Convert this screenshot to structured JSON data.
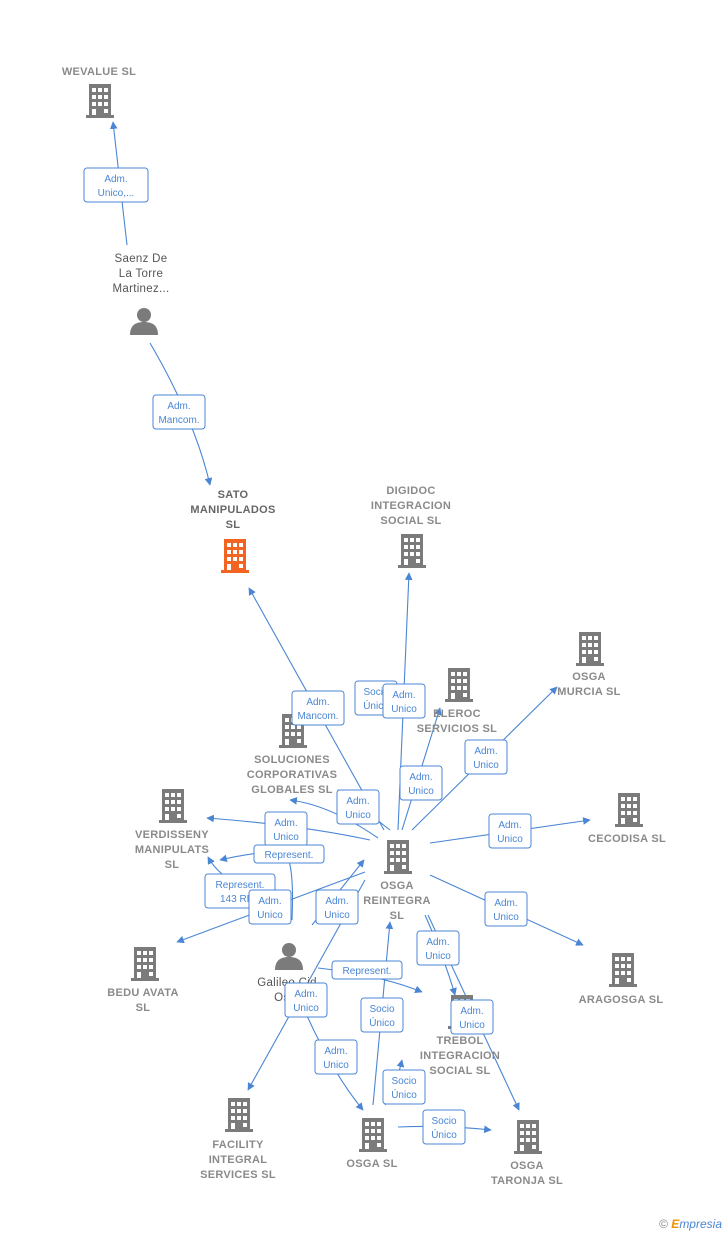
{
  "colors": {
    "edge": "#4a86d4",
    "building": "#7b7b7b",
    "focus_building": "#f26422",
    "person": "#7b7b7b"
  },
  "nodes": [
    {
      "id": "wevalue",
      "type": "company",
      "label": [
        "WEVALUE  SL"
      ]
    },
    {
      "id": "saenz",
      "type": "person",
      "label": [
        "Saenz De",
        "La Torre",
        "Martinez..."
      ]
    },
    {
      "id": "sato",
      "type": "company",
      "focus": true,
      "label": [
        "SATO",
        "MANIPULADOS",
        "SL"
      ]
    },
    {
      "id": "digidoc",
      "type": "company",
      "label": [
        "DIGIDOC",
        "INTEGRACION",
        "SOCIAL  SL"
      ]
    },
    {
      "id": "osga_murcia",
      "type": "company",
      "label": [
        "OSGA",
        "MURCIA  SL"
      ]
    },
    {
      "id": "eleroc",
      "type": "company",
      "label": [
        "ELEROC",
        "SERVICIOS  SL"
      ]
    },
    {
      "id": "soluciones",
      "type": "company",
      "label": [
        "SOLUCIONES",
        "CORPORATIVAS",
        "GLOBALES SL"
      ]
    },
    {
      "id": "verdisseny",
      "type": "company",
      "label": [
        "VERDISSENY",
        "MANIPULATS",
        "SL"
      ]
    },
    {
      "id": "cecodisa",
      "type": "company",
      "label": [
        "CECODISA SL"
      ]
    },
    {
      "id": "osga_reintegra",
      "type": "company",
      "label": [
        "OSGA",
        "REINTEGRA",
        "SL"
      ]
    },
    {
      "id": "bedu",
      "type": "company",
      "label": [
        "BEDU AVATA",
        "SL"
      ]
    },
    {
      "id": "galileo",
      "type": "person",
      "label": [
        "Galileo Cid",
        "Os..."
      ]
    },
    {
      "id": "aragosga",
      "type": "company",
      "label": [
        "ARAGOSGA  SL"
      ]
    },
    {
      "id": "trebol",
      "type": "company",
      "label": [
        "TREBOL",
        "INTEGRACION",
        "SOCIAL  SL"
      ]
    },
    {
      "id": "facility",
      "type": "company",
      "label": [
        "FACILITY",
        "INTEGRAL",
        "SERVICES  SL"
      ]
    },
    {
      "id": "osga",
      "type": "company",
      "label": [
        "OSGA SL"
      ]
    },
    {
      "id": "osga_taronja",
      "type": "company",
      "label": [
        "OSGA",
        "TARONJA  SL"
      ]
    }
  ],
  "edges": [
    {
      "id": "e1",
      "label": [
        "Adm.",
        "Unico,..."
      ]
    },
    {
      "id": "e2",
      "label": [
        "Adm.",
        "Mancom."
      ]
    },
    {
      "id": "e3",
      "label": [
        "Adm.",
        "Mancom."
      ]
    },
    {
      "id": "e4",
      "label": [
        "Socio",
        "Único"
      ]
    },
    {
      "id": "e5",
      "label": [
        "Adm.",
        "Unico"
      ]
    },
    {
      "id": "e6",
      "label": [
        "Adm.",
        "Unico"
      ]
    },
    {
      "id": "e7",
      "label": [
        "Adm.",
        "Unico"
      ]
    },
    {
      "id": "e8",
      "label": [
        "Adm.",
        "Unico"
      ]
    },
    {
      "id": "e9",
      "label": [
        "Adm.",
        "Unico"
      ]
    },
    {
      "id": "e10",
      "label": [
        "Represent."
      ]
    },
    {
      "id": "e11",
      "label": [
        "Represent.",
        "143 RF..."
      ]
    },
    {
      "id": "e12",
      "label": [
        "Adm.",
        "Unico"
      ]
    },
    {
      "id": "e13",
      "label": [
        "Adm.",
        "Unico"
      ]
    },
    {
      "id": "e14",
      "label": [
        "Adm.",
        "Unico"
      ]
    },
    {
      "id": "e15",
      "label": [
        "Adm.",
        "Unico"
      ]
    },
    {
      "id": "e16",
      "label": [
        "Represent."
      ]
    },
    {
      "id": "e17",
      "label": [
        "Adm.",
        "Unico"
      ]
    },
    {
      "id": "e18",
      "label": [
        "Socio",
        "Único"
      ]
    },
    {
      "id": "e19",
      "label": [
        "Adm.",
        "Unico"
      ]
    },
    {
      "id": "e20",
      "label": [
        "Adm.",
        "Unico"
      ]
    },
    {
      "id": "e21",
      "label": [
        "Socio",
        "Único"
      ]
    },
    {
      "id": "e22",
      "label": [
        "Socio",
        "Único"
      ]
    },
    {
      "id": "e23",
      "label": [
        "Adm.",
        "Unico"
      ]
    }
  ],
  "brand": {
    "copyright": "©",
    "first_letter": "E",
    "rest": "mpresia"
  }
}
